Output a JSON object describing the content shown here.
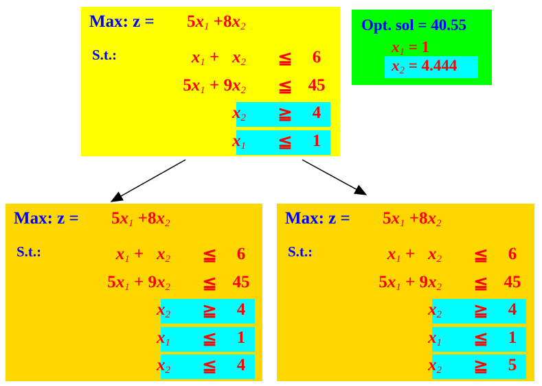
{
  "colors": {
    "root_box": "#ffff00",
    "child_box": "#ffd700",
    "solution_box": "#00ff00",
    "highlight": "#00ffff",
    "text_blue": "#0000ff",
    "text_red": "#ff0000"
  },
  "root": {
    "title": "Max: z =",
    "objective": [
      {
        "c": "5",
        "v": "x",
        "s": "1"
      },
      {
        "op": " +8"
      },
      {
        "v": "x",
        "s": "2"
      }
    ],
    "st": "S.t.:",
    "constraints": [
      {
        "lhs": [
          {
            "v": "x",
            "s": "1"
          },
          {
            "op": " +   "
          },
          {
            "v": "x",
            "s": "2"
          }
        ],
        "rel": "≦",
        "rhs": "6",
        "hl": false
      },
      {
        "lhs": [
          {
            "c": "5",
            "v": "x",
            "s": "1"
          },
          {
            "op": " + 9"
          },
          {
            "v": "x",
            "s": "2"
          }
        ],
        "rel": "≦",
        "rhs": "45",
        "hl": false
      },
      {
        "lhs": [
          {
            "v": "x",
            "s": "2"
          }
        ],
        "rel": "≧",
        "rhs": "4",
        "hl": true
      },
      {
        "lhs": [
          {
            "v": "x",
            "s": "1"
          }
        ],
        "rel": "≦",
        "rhs": "1",
        "hl": true
      }
    ]
  },
  "solution": {
    "title": "Opt. sol = 40.55",
    "x1": {
      "v": "x",
      "s": "1",
      "val": " = 1"
    },
    "x2": {
      "v": "x",
      "s": "2",
      "val": " = 4.444"
    }
  },
  "left_child": {
    "title": "Max: z =",
    "objective": [
      {
        "c": "5",
        "v": "x",
        "s": "1"
      },
      {
        "op": " +8"
      },
      {
        "v": "x",
        "s": "2"
      }
    ],
    "st": "S.t.:",
    "constraints": [
      {
        "lhs": [
          {
            "v": "x",
            "s": "1"
          },
          {
            "op": " +   "
          },
          {
            "v": "x",
            "s": "2"
          }
        ],
        "rel": "≦",
        "rhs": "6",
        "hl": false
      },
      {
        "lhs": [
          {
            "c": "5",
            "v": "x",
            "s": "1"
          },
          {
            "op": " + 9"
          },
          {
            "v": "x",
            "s": "2"
          }
        ],
        "rel": "≦",
        "rhs": "45",
        "hl": false
      },
      {
        "lhs": [
          {
            "v": "x",
            "s": "2"
          }
        ],
        "rel": "≧",
        "rhs": "4",
        "hl": true
      },
      {
        "lhs": [
          {
            "v": "x",
            "s": "1"
          }
        ],
        "rel": "≦",
        "rhs": "1",
        "hl": true
      },
      {
        "lhs": [
          {
            "v": "x",
            "s": "2"
          }
        ],
        "rel": "≦",
        "rhs": "4",
        "hl": true
      }
    ]
  },
  "right_child": {
    "title": "Max: z =",
    "objective": [
      {
        "c": "5",
        "v": "x",
        "s": "1"
      },
      {
        "op": " +8"
      },
      {
        "v": "x",
        "s": "2"
      }
    ],
    "st": "S.t.:",
    "constraints": [
      {
        "lhs": [
          {
            "v": "x",
            "s": "1"
          },
          {
            "op": " +   "
          },
          {
            "v": "x",
            "s": "2"
          }
        ],
        "rel": "≦",
        "rhs": "6",
        "hl": false
      },
      {
        "lhs": [
          {
            "c": "5",
            "v": "x",
            "s": "1"
          },
          {
            "op": " + 9"
          },
          {
            "v": "x",
            "s": "2"
          }
        ],
        "rel": "≦",
        "rhs": "45",
        "hl": false
      },
      {
        "lhs": [
          {
            "v": "x",
            "s": "2"
          }
        ],
        "rel": "≧",
        "rhs": "4",
        "hl": true
      },
      {
        "lhs": [
          {
            "v": "x",
            "s": "1"
          }
        ],
        "rel": "≦",
        "rhs": "1",
        "hl": true
      },
      {
        "lhs": [
          {
            "v": "x",
            "s": "2"
          }
        ],
        "rel": "≧",
        "rhs": "5",
        "hl": true
      }
    ]
  }
}
